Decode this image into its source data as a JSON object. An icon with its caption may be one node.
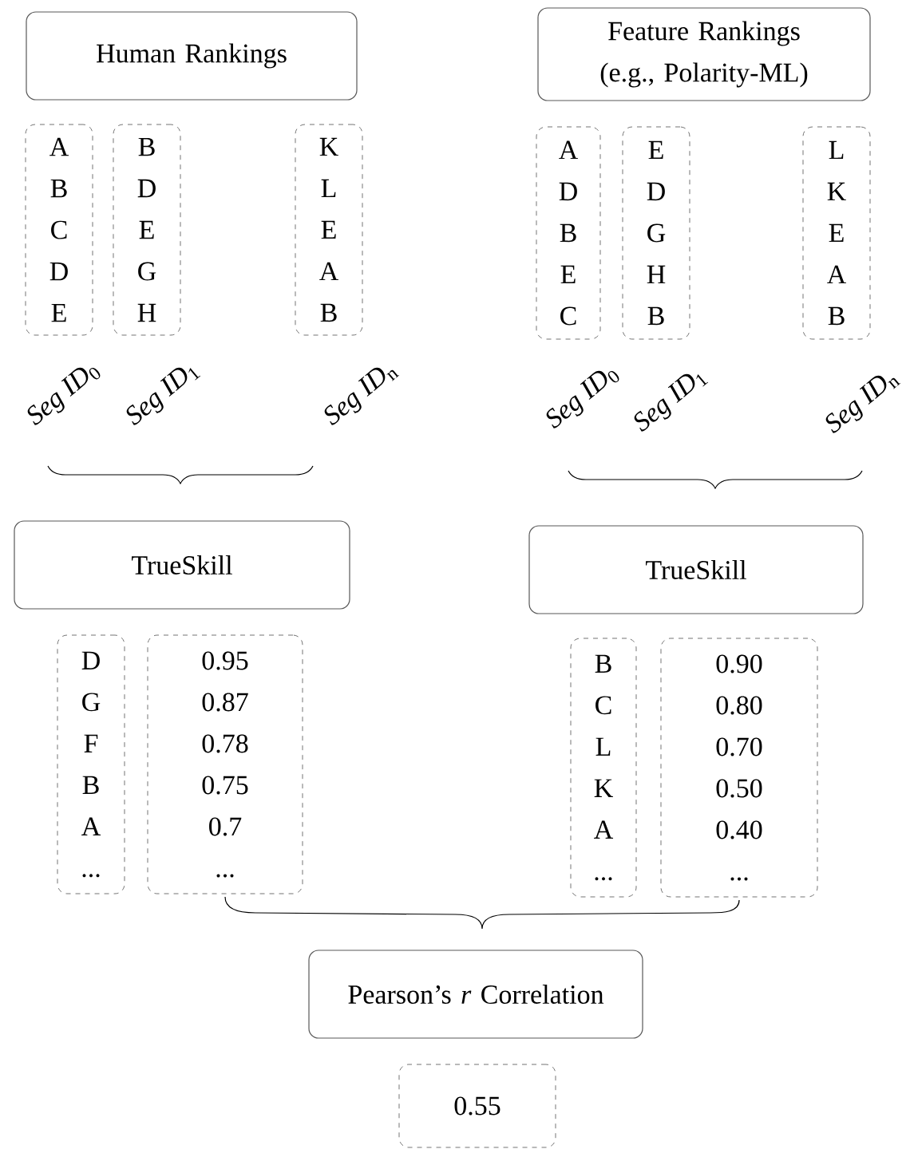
{
  "diagram": {
    "nodes": [
      {
        "text": [
          "Human Rankings"
        ]
      },
      {
        "text": [
          "A B C D E"
        ],
        "beside": [
          "*Seg ID*$_{0}$"
        ]
      },
      {
        "text": [
          "B D E G H"
        ],
        "beside": [
          "*Seg ID*$_{1}$"
        ]
      },
      {
        "text": [
          "K L E A B"
        ],
        "beside": [
          "*Seg ID*$_{n}$"
        ]
      },
      {
        "text": [
          "Feature Rankings (e.g., Polarity-ML)"
        ]
      },
      {
        "text": [
          "A D B E C"
        ],
        "beside": [
          "*Seg ID*$_{0}$"
        ]
      },
      {
        "text": [
          "E D G H B"
        ],
        "beside": [
          "*Seg ID*$_{1}$"
        ]
      },
      {
        "text": [
          "L K E A B"
        ],
        "beside": [
          "*Seg ID*$_{n}$"
        ]
      },
      {
        "text": [
          "TrueSkill"
        ]
      },
      {
        "text": [
          "D G F B A ..."
        ]
      },
      {
        "text": [
          "0.95 0.87 0.78 0.75 0.7 ..."
        ]
      },
      {
        "text": [
          "TrueSkill"
        ]
      },
      {
        "text": [
          "B C L K A ..."
        ]
      },
      {
        "text": [
          "0.90 0.80 0.70 0.50 0.40 ..."
        ]
      },
      {
        "text": [
          "Pearson’s *r* Correlation"
        ]
      },
      {
        "text": [
          "0.55"
        ]
      }
    ]
  }
}
